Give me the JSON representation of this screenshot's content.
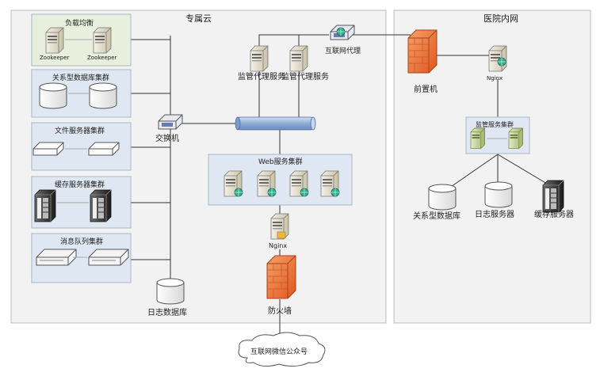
{
  "regions": {
    "private_cloud": "专属云",
    "hospital_intranet": "医院内网"
  },
  "clusters": {
    "load_balancer": "负载均衡",
    "relational_db": "关系型数据库集群",
    "file_server": "文件服务器集群",
    "cache_server": "缓存服务器集群",
    "message_queue": "消息队列集群",
    "web": "Web服务集群",
    "monitor": "监管服务集群"
  },
  "nodes": {
    "zookeeper_1": "Zookeeper",
    "zookeeper_2": "Zookeeper",
    "switch": "交换机",
    "log_db_cloud": "日志数据库",
    "monitor_proxy_1": "监管代理服务",
    "monitor_proxy_2": "监管代理服务",
    "internet_proxy": "互联网代理",
    "nginx_cloud": "Nginx",
    "firewall_cloud": "防火墙",
    "front_machine": "前置机",
    "nginx_hospital": "Nginx",
    "hospital_relational_db": "关系型数据库",
    "hospital_log_server": "日志服务器",
    "hospital_cache_server": "缓存服务器",
    "wechat_cloud": "互联网微信公众号"
  },
  "colors": {
    "cluster_fill": "#dfe8f2",
    "cluster_fill_green": "#e8efdc",
    "region_fill": "#f3f3f3",
    "firewall": "#f07a3a",
    "bus": "#9bb5d8"
  },
  "icons": {
    "server": "server-icon",
    "database": "database-icon",
    "file_server": "flat-server-icon",
    "rack": "rack-server-icon",
    "switch": "switch-icon",
    "firewall": "firewall-icon",
    "bus": "network-bus-icon",
    "cloud": "cloud-icon"
  }
}
